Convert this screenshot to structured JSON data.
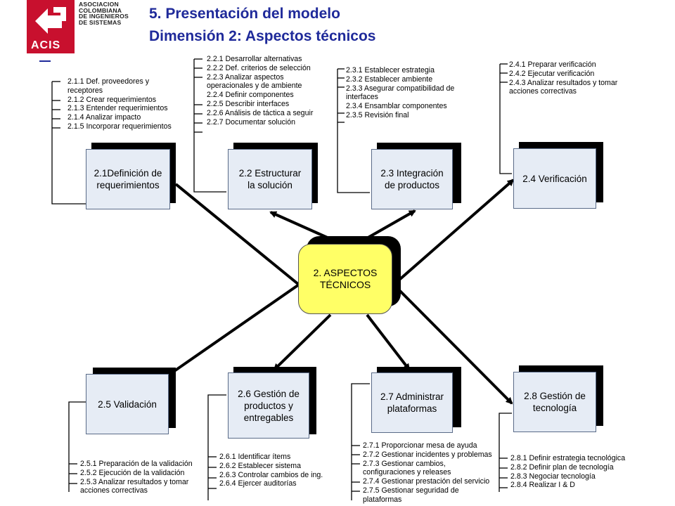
{
  "logo": {
    "org_lines": [
      "ASOCIACION",
      "COLOMBIANA",
      "DE INGENIEROS",
      "DE SISTEMAS"
    ],
    "short_name": "ACIS"
  },
  "title": {
    "line1": "5. Presentación del modelo",
    "line2": "Dimensión 2: Aspectos técnicos"
  },
  "center": {
    "label_line1": "2. ASPECTOS",
    "label_line2": "TÉCNICOS"
  },
  "nodes": {
    "n21": {
      "label_line1": "2.1Definición de",
      "label_line2": "requerimientos",
      "items": [
        "2.1.1 Def. proveedores y",
        "receptores",
        "2.1.2 Crear requerimientos",
        "2.1.3 Entender requerimientos",
        "2.1.4 Analizar impacto",
        "2.1.5 Incorporar requerimientos"
      ]
    },
    "n22": {
      "label_line1": "2.2 Estructurar",
      "label_line2": "la solución",
      "items": [
        "2.2.1 Desarrollar alternativas",
        "2.2.2 Def. criterios de selección",
        "2.2.3 Analizar aspectos",
        "operacionales y de ambiente",
        "2.2.4 Definir componentes",
        "2.2.5 Describir interfaces",
        "2.2.6 Análisis de táctica a seguir",
        "2.2.7 Documentar solución"
      ]
    },
    "n23": {
      "label_line1": "2.3 Integración",
      "label_line2": "de productos",
      "items": [
        "2.3.1 Establecer estrategia",
        "2.3.2 Establecer ambiente",
        "2.3.3 Asegurar compatibilidad de",
        "interfaces",
        "2.3.4 Ensamblar componentes",
        "2.3.5 Revisión final"
      ]
    },
    "n24": {
      "label_line1": "2.4 Verificación",
      "label_line2": "",
      "items": [
        "2.4.1 Preparar verificación",
        "2.4.2 Ejecutar verificación",
        "2.4.3 Analizar resultados y tomar",
        "acciones correctivas"
      ]
    },
    "n25": {
      "label_line1": "2.5 Validación",
      "label_line2": "",
      "items": [
        "2.5.1 Preparación de la validación",
        "2.5.2 Ejecución de la validación",
        "2.5.3 Analizar resultados y tomar",
        "acciones correctivas"
      ]
    },
    "n26": {
      "label_line1": "2.6 Gestión de",
      "label_line2": "productos y",
      "label_line3": "entregables",
      "items": [
        "2.6.1 Identificar ítems",
        "2.6.2 Establecer sistema",
        "2.6.3 Controlar cambios de ing.",
        "2.6.4 Ejercer auditorías"
      ]
    },
    "n27": {
      "label_line1": "2.7 Administrar",
      "label_line2": "plataformas",
      "items": [
        "2.7.1 Proporcionar mesa de ayuda",
        "2.7.2 Gestionar incidentes y problemas",
        "2.7.3 Gestionar cambios,",
        "configuraciones y releases",
        "2.7.4 Gestionar prestación del servicio",
        "2.7.5 Gestionar seguridad de",
        "plataformas"
      ]
    },
    "n28": {
      "label_line1": "2.8 Gestión de",
      "label_line2": "tecnología",
      "items": [
        "2.8.1 Definir estrategia tecnológica",
        "2.8.2 Definir plan de tecnología",
        "2.8.3 Negociar tecnología",
        "2.8.4 Realizar I & D"
      ]
    }
  },
  "colors": {
    "title": "#1f2a9a",
    "center_fill": "#ffff66",
    "box_fill": "#e6ecf5",
    "logo_red": "#c8102e"
  }
}
